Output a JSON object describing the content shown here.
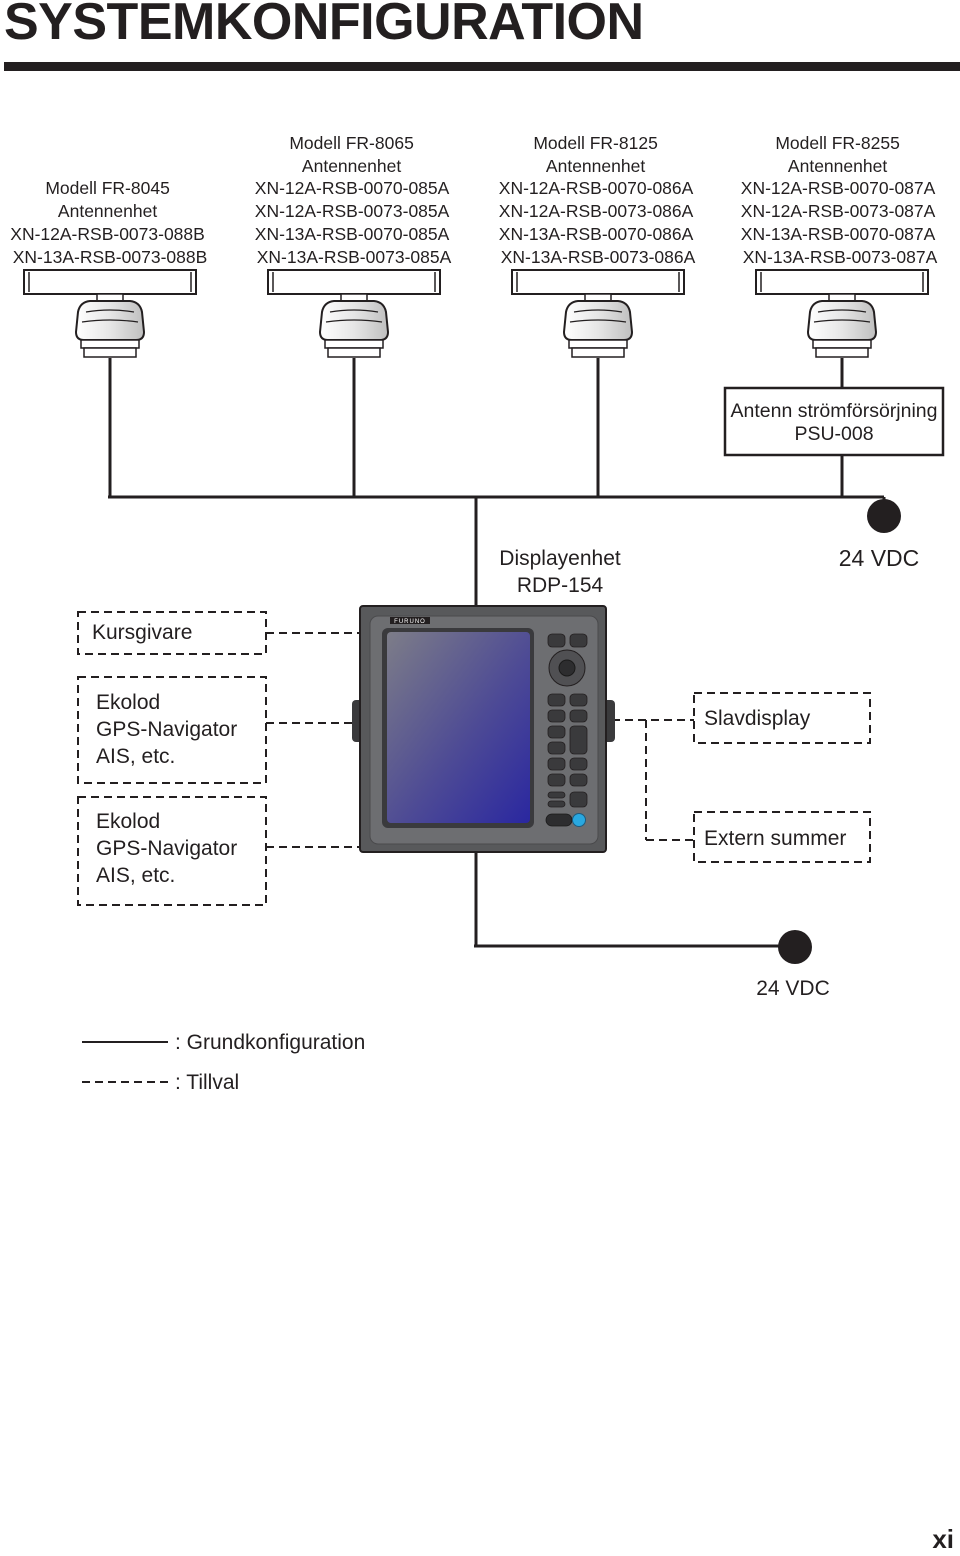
{
  "page": {
    "title": "SYSTEMKONFIGURATION",
    "page_number": "xi"
  },
  "antennas": [
    {
      "lines": [
        "Modell FR-8045",
        "Antennenhet",
        "XN-12A-RSB-0073-088B",
        "XN-13A-RSB-0073-088B"
      ]
    },
    {
      "lines": [
        "Modell FR-8065",
        "Antennenhet",
        "XN-12A-RSB-0070-085A",
        "XN-12A-RSB-0073-085A",
        "XN-13A-RSB-0070-085A",
        "XN-13A-RSB-0073-085A"
      ]
    },
    {
      "lines": [
        "Modell FR-8125",
        "Antennenhet",
        "XN-12A-RSB-0070-086A",
        "XN-12A-RSB-0073-086A",
        "XN-13A-RSB-0070-086A",
        "XN-13A-RSB-0073-086A"
      ]
    },
    {
      "lines": [
        "Modell FR-8255",
        "Antennenhet",
        "XN-12A-RSB-0070-087A",
        "XN-12A-RSB-0073-087A",
        "XN-13A-RSB-0070-087A",
        "XN-13A-RSB-0073-087A"
      ]
    }
  ],
  "psu": {
    "line1": "Antenn strömförsörjning",
    "line2": "PSU-008"
  },
  "display": {
    "line1": "Displayenhet",
    "line2": "RDP-154",
    "brand": "FURUNO"
  },
  "power": {
    "top": "24 VDC",
    "bottom": "24 VDC"
  },
  "inputs": {
    "heading": "Kursgivare",
    "sensor1": [
      "Ekolod",
      "GPS-Navigator",
      "AIS, etc."
    ],
    "sensor2": [
      "Ekolod",
      "GPS-Navigator",
      "AIS, etc."
    ]
  },
  "outputs": {
    "slave": "Slavdisplay",
    "buzzer": "Extern summer"
  },
  "legend": {
    "solid": ": Grundkonfiguration",
    "dashed": ": Tillval"
  },
  "colors": {
    "ink": "#231f20",
    "screen": "#2e2b7a",
    "bezel": "#58595b",
    "accent_button": "#29a8e0"
  }
}
